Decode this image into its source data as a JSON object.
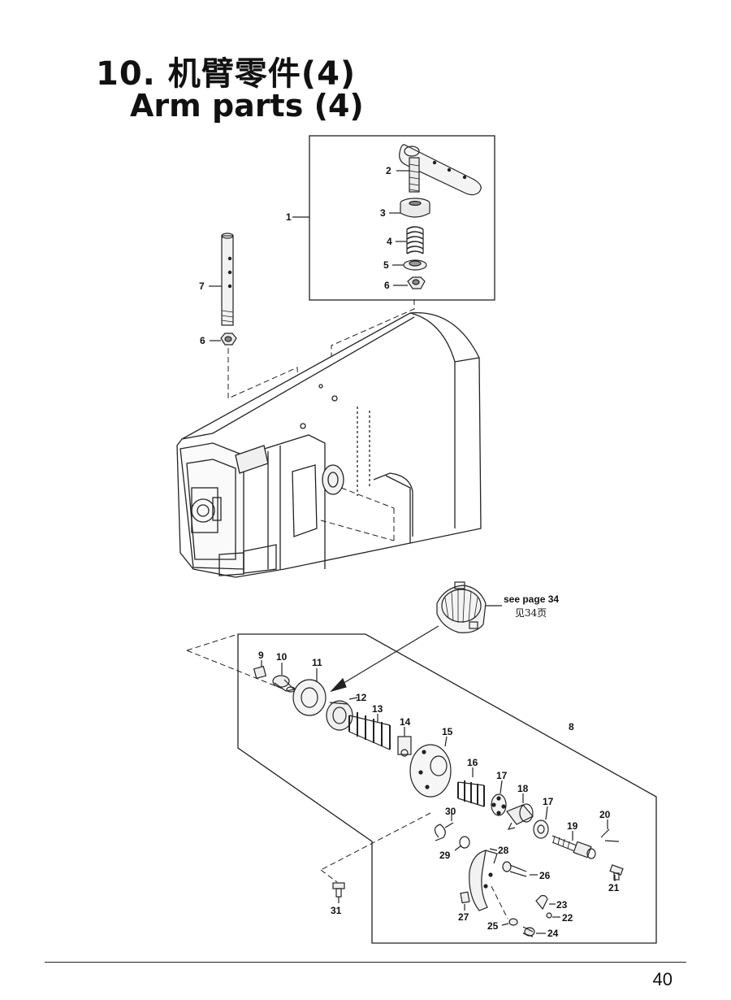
{
  "header": {
    "title_cn": "10. 机臂零件(4)",
    "title_en": "Arm parts (4)"
  },
  "callouts": {
    "c1": "1",
    "c2": "2",
    "c3": "3",
    "c4": "4",
    "c5": "5",
    "c6a": "6",
    "c6b": "6",
    "c7": "7",
    "c8": "8",
    "c9": "9",
    "c10": "10",
    "c11": "11",
    "c12": "12",
    "c13": "13",
    "c14": "14",
    "c15": "15",
    "c16": "16",
    "c17a": "17",
    "c17b": "17",
    "c18": "18",
    "c19": "19",
    "c20": "20",
    "c21": "21",
    "c22": "22",
    "c23": "23",
    "c24": "24",
    "c25": "25",
    "c26": "26",
    "c27": "27",
    "c28": "28",
    "c29": "29",
    "c30": "30",
    "c31": "31"
  },
  "reference": {
    "en": "see page 34",
    "cn": "见34页"
  },
  "footer": {
    "page_number": "40"
  }
}
